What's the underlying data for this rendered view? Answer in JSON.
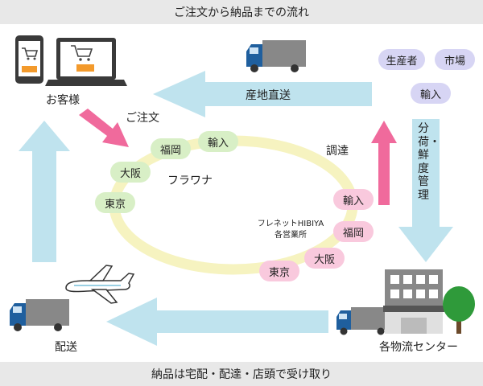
{
  "header": {
    "title": "ご注文から納品までの流れ"
  },
  "footer": {
    "note": "納品は宅配・配達・店頭で受け取り"
  },
  "nodes": {
    "customer": "お客様",
    "order": "ご注文",
    "company": "フラワナ",
    "branch_line1": "フレネットHIBIYA",
    "branch_line2": "各営業所",
    "procure": "調達",
    "direct": "産地直送",
    "sort": "分荷・鮮度管理",
    "center": "各物流センター",
    "delivery": "配送"
  },
  "green_bubbles": [
    "福岡",
    "輸入",
    "大阪",
    "東京"
  ],
  "pink_bubbles": [
    "輸入",
    "福岡",
    "大阪",
    "東京"
  ],
  "source_bubbles": [
    "生産者",
    "市場",
    "輸入"
  ],
  "colors": {
    "arrow_blue": "#bfe3ee",
    "arrow_pink": "#f06a9c",
    "ring_yellow": "#f6f3c0",
    "bubble_green": "#d8efc6",
    "bubble_pink": "#f9c9dd",
    "bubble_purple": "#d7d5f4",
    "truck_blue": "#1f5f9e"
  }
}
